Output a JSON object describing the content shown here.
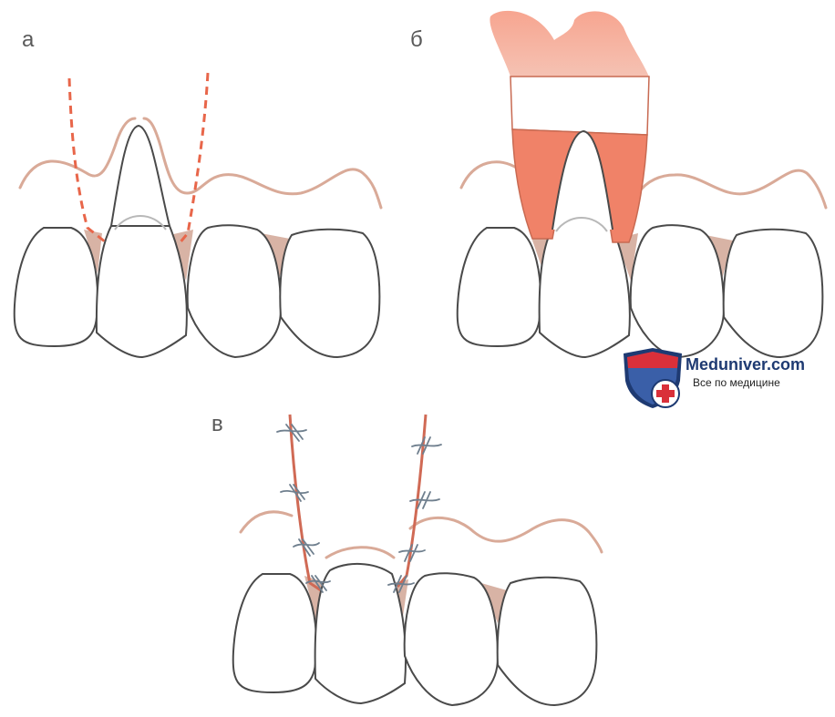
{
  "panels": {
    "a": {
      "label": "а"
    },
    "b": {
      "label": "б"
    },
    "v": {
      "label": "в"
    }
  },
  "watermark": {
    "title": "Meduniver.com",
    "subtitle": "Все по медицине"
  },
  "colors": {
    "tooth_outline": "#4a4a4a",
    "gum_line": "#d9aa98",
    "papilla": "#d8b3a5",
    "incision": "#e8664a",
    "graft_solid": "#f08268",
    "graft_light": "#f5b5a3",
    "suture": "#6f7f8e",
    "flap": "#d06a55"
  }
}
